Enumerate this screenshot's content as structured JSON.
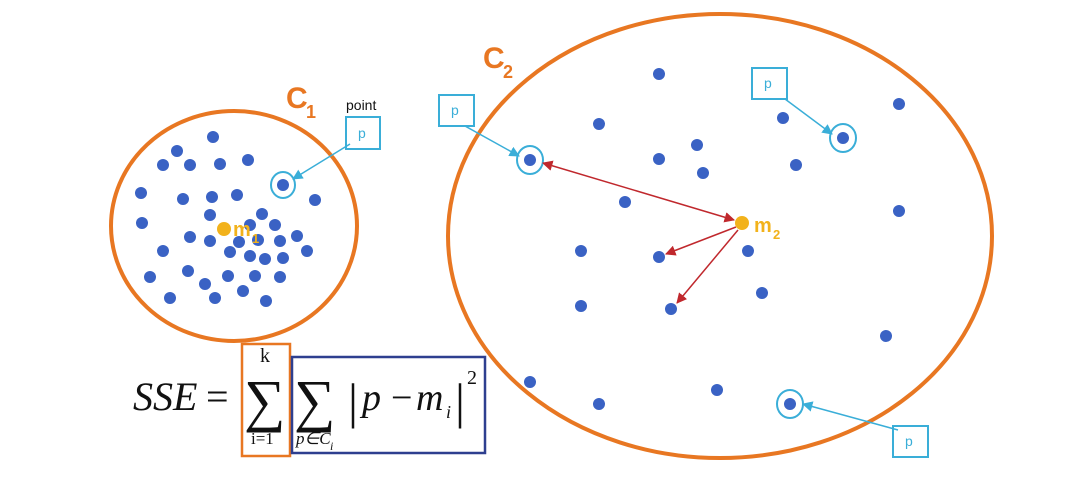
{
  "colors": {
    "cluster_outline": "#e87722",
    "point": "#3a62c4",
    "centroid": "#f2b21b",
    "callout": "#3aaed8",
    "distance_arrow": "#c0282d",
    "formula_text": "#111111",
    "sum_box_outer": "#e87722",
    "sum_box_inner": "#2e3f8f",
    "label_orange": "#e87722",
    "label_gold": "#f2b21b"
  },
  "clusters": [
    {
      "label": "C",
      "subscript": "1",
      "centroid_label": "m",
      "centroid_subscript": "1"
    },
    {
      "label": "C",
      "subscript": "2",
      "centroid_label": "m",
      "centroid_subscript": "2"
    }
  ],
  "callouts": {
    "point_caption": "point",
    "p_label": "p"
  },
  "formula": {
    "lhs": "SSE",
    "equals": "=",
    "outer_sum_upper": "k",
    "outer_sum_lower": "i=1",
    "sigma": "∑",
    "inner_sum_lower_p": "p∈C",
    "inner_sum_lower_sub": "i",
    "abs_open": "|",
    "p": "p",
    "minus": "−",
    "m": "m",
    "m_sub": "i",
    "abs_close": "|",
    "power": "2"
  },
  "icons": [
    "circled-point-icon",
    "arrow-icon"
  ]
}
